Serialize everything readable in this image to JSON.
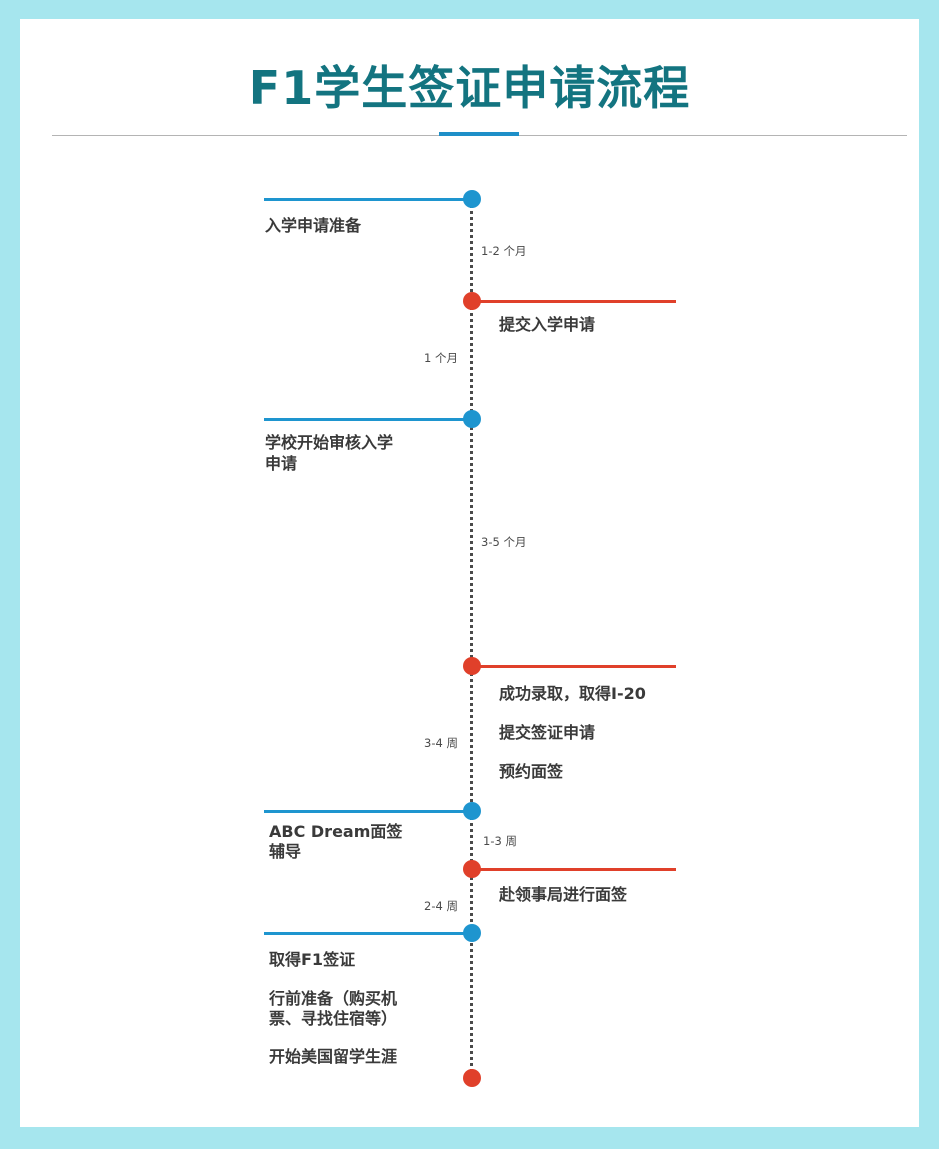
{
  "title": "F1学生签证申请流程",
  "colors": {
    "background": "#a6e6ee",
    "title": "#137480",
    "blue": "#1e95cf",
    "red": "#e0402a"
  },
  "timeline": {
    "steps": [
      {
        "side": "left",
        "color": "blue",
        "labels": [
          "入学申请准备"
        ]
      },
      {
        "side": "right",
        "color": "red",
        "labels": [
          "提交入学申请"
        ]
      },
      {
        "side": "left",
        "color": "blue",
        "labels": [
          "学校开始审核入学",
          "申请"
        ]
      },
      {
        "side": "right",
        "color": "red",
        "labels": [
          "成功录取，取得I-20",
          "提交签证申请",
          "预约面签"
        ]
      },
      {
        "side": "left",
        "color": "blue",
        "labels": [
          "ABC Dream面签",
          "辅导"
        ]
      },
      {
        "side": "right",
        "color": "red",
        "labels": [
          "赴领事局进行面签"
        ]
      },
      {
        "side": "left",
        "color": "blue",
        "labels": [
          "取得F1签证",
          "行前准备（购买机",
          "票、寻找住宿等）",
          "开始美国留学生涯"
        ]
      },
      {
        "side": "end",
        "color": "red",
        "labels": []
      }
    ],
    "durations": [
      "1-2 个月",
      "1 个月",
      "3-5 个月",
      "3-4 周",
      "1-3 周",
      "2-4 周"
    ]
  }
}
